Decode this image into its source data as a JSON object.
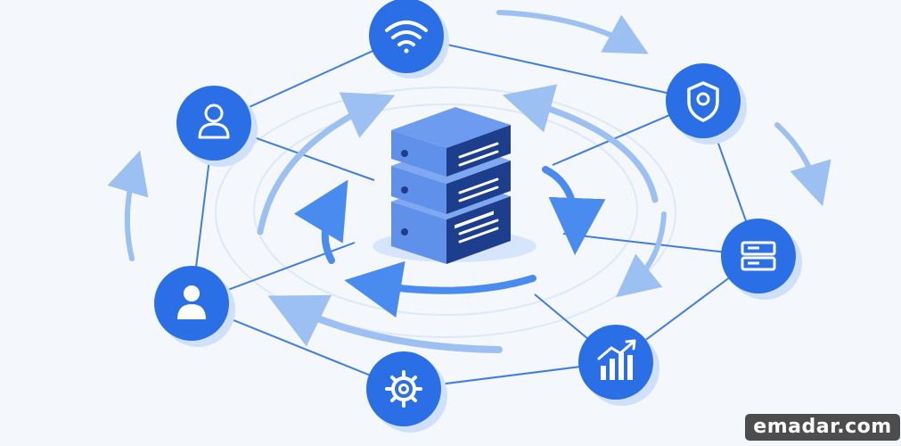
{
  "palette": {
    "background": "#f4f7fc",
    "node_fill": "#2a6fe6",
    "node_shadow": "#cfe0fb",
    "link_line": "#3f7de3",
    "arrow_light": "#9dc0f3",
    "arrow_mid": "#4a8bef",
    "server_top": "#6c9bef",
    "server_front": "#5f90ea",
    "server_side": "#1c3e8c",
    "server_vent": "#ffffff",
    "watermark_bg": "#4d4d4d",
    "watermark_text": "#ffffff"
  },
  "center": {
    "icon": "server-stack-icon"
  },
  "nodes": [
    {
      "id": "wifi",
      "icon": "wifi-icon"
    },
    {
      "id": "shield",
      "icon": "shield-icon"
    },
    {
      "id": "server",
      "icon": "server-icon"
    },
    {
      "id": "analytics",
      "icon": "bar-chart-arrow-icon"
    },
    {
      "id": "settings",
      "icon": "gear-icon"
    },
    {
      "id": "user-bottom",
      "icon": "user-icon"
    },
    {
      "id": "user-top",
      "icon": "user-icon"
    }
  ],
  "watermark": {
    "text": "emadar.com"
  }
}
